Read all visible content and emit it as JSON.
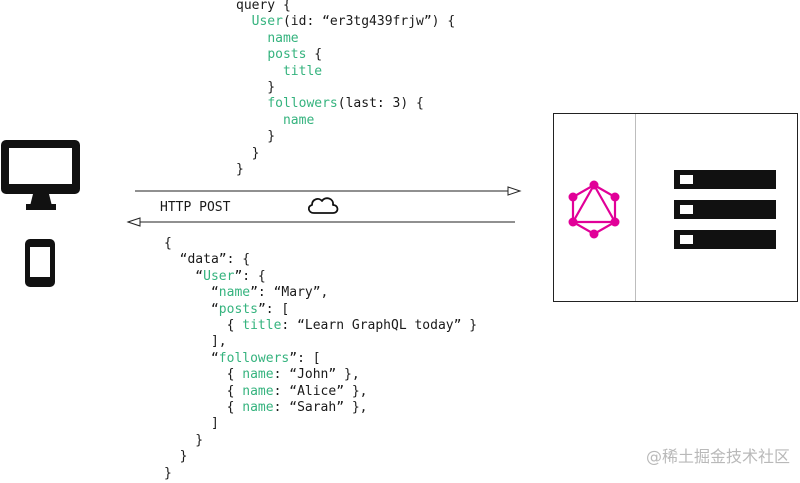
{
  "query_lines": [
    [
      {
        "t": "query {"
      }
    ],
    [
      {
        "t": "  "
      },
      {
        "t": "User",
        "k": 1
      },
      {
        "t": "(id: “er3tg439frjw”) {"
      }
    ],
    [
      {
        "t": "    "
      },
      {
        "t": "name",
        "k": 1
      }
    ],
    [
      {
        "t": "    "
      },
      {
        "t": "posts",
        "k": 1
      },
      {
        "t": " {"
      }
    ],
    [
      {
        "t": "      "
      },
      {
        "t": "title",
        "k": 1
      }
    ],
    [
      {
        "t": "    }"
      }
    ],
    [
      {
        "t": "    "
      },
      {
        "t": "followers",
        "k": 1
      },
      {
        "t": "(last: 3) {"
      }
    ],
    [
      {
        "t": "      "
      },
      {
        "t": "name",
        "k": 1
      }
    ],
    [
      {
        "t": "    }"
      }
    ],
    [
      {
        "t": "  }"
      }
    ],
    [
      {
        "t": "}"
      }
    ]
  ],
  "response_lines": [
    [
      {
        "t": "{"
      }
    ],
    [
      {
        "t": "  “data”: {"
      }
    ],
    [
      {
        "t": "    “"
      },
      {
        "t": "User",
        "k": 1
      },
      {
        "t": "”: {"
      }
    ],
    [
      {
        "t": "      “"
      },
      {
        "t": "name",
        "k": 1
      },
      {
        "t": "”: “Mary”,"
      }
    ],
    [
      {
        "t": "      “"
      },
      {
        "t": "posts",
        "k": 1
      },
      {
        "t": "”: ["
      }
    ],
    [
      {
        "t": "        { "
      },
      {
        "t": "title",
        "k": 1
      },
      {
        "t": ": “Learn GraphQL today” }"
      }
    ],
    [
      {
        "t": "      ],"
      }
    ],
    [
      {
        "t": "      “"
      },
      {
        "t": "followers",
        "k": 1
      },
      {
        "t": "”: ["
      }
    ],
    [
      {
        "t": "        { "
      },
      {
        "t": "name",
        "k": 1
      },
      {
        "t": ": “John” },"
      }
    ],
    [
      {
        "t": "        { "
      },
      {
        "t": "name",
        "k": 1
      },
      {
        "t": ": “Alice” },"
      }
    ],
    [
      {
        "t": "        { "
      },
      {
        "t": "name",
        "k": 1
      },
      {
        "t": ": “Sarah” },"
      }
    ],
    [
      {
        "t": "      ]"
      }
    ],
    [
      {
        "t": "    }"
      }
    ],
    [
      {
        "t": "  }"
      }
    ],
    [
      {
        "t": "}"
      }
    ]
  ],
  "transport_label": "HTTP POST",
  "watermark": "@稀土掘金技术社区",
  "colors": {
    "keyword": "#35b37e",
    "graphql_logo": "#e10098",
    "ink": "#1a1a1a"
  },
  "icons": [
    "desktop-monitor-icon",
    "mobile-phone-icon",
    "cloud-icon",
    "graphql-logo-icon",
    "database-stack-icon"
  ]
}
